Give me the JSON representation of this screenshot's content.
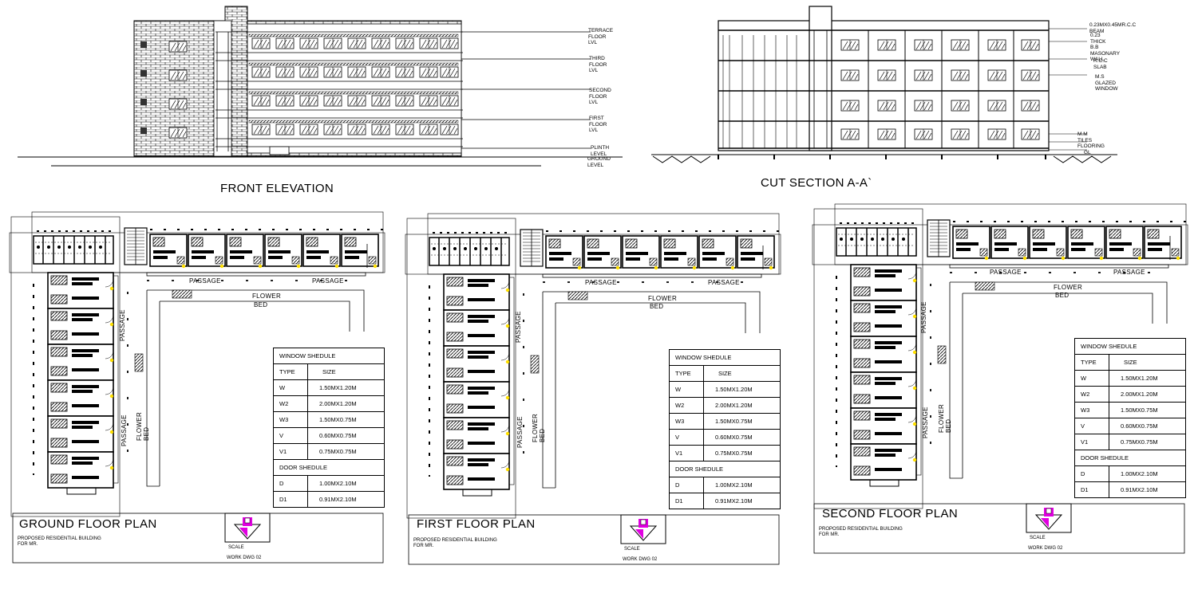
{
  "elevation": {
    "title": "FRONT ELEVATION",
    "levels": [
      "TERRACE\nFLOOR\nLVL",
      "THIRD\nFLOOR\nLVL",
      "SECOND\nFLOOR\nLVL",
      "FIRST\nFLOOR\nLVL",
      "PLINTH\nLEVEL",
      "GROUND\nLEVEL"
    ]
  },
  "section": {
    "title": "CUT SECTION A-A`",
    "notes": [
      "0.23MX0.45MR.C.C\nBEAM",
      "0.23\nTHICK\nB.B\nMASONARY\nWALL",
      "R.C.C\nSLAB",
      "M.S\nGLAZED\nWINDOW",
      "M.M\nTILES\nFLOORING",
      "GL"
    ]
  },
  "labels": {
    "passage": "PASSAGE",
    "flower": "FLOWER",
    "bed": "BED"
  },
  "schedule": {
    "window_title": "WINDOW SHEDULE",
    "type_header": "TYPE",
    "size_header": "SIZE",
    "windows": [
      {
        "type": "W",
        "size": "1.50MX1.20M"
      },
      {
        "type": "W2",
        "size": "2.00MX1.20M"
      },
      {
        "type": "W3",
        "size": "1.50MX0.75M"
      },
      {
        "type": "V",
        "size": "0.60MX0.75M"
      },
      {
        "type": "V1",
        "size": "0.75MX0.75M"
      }
    ],
    "door_title": "DOOR SHEDULE",
    "doors": [
      {
        "type": "D",
        "size": "1.00MX2.10M"
      },
      {
        "type": "D1",
        "size": "0.91MX2.10M"
      }
    ]
  },
  "titleblock": {
    "subtitle": "PROPOSED RESIDENTIAL BUILDING\nFOR MR.",
    "scale": "SCALE",
    "drawing": "WORK DWG 02"
  },
  "plans": [
    {
      "title": "GROUND FLOOR PLAN"
    },
    {
      "title": "FIRST FLOOR PLAN"
    },
    {
      "title": "SECOND FLOOR PLAN"
    }
  ],
  "colors": {
    "line": "#000000",
    "north_arrow": "#e000e0",
    "door_fill": "#ffe000"
  }
}
